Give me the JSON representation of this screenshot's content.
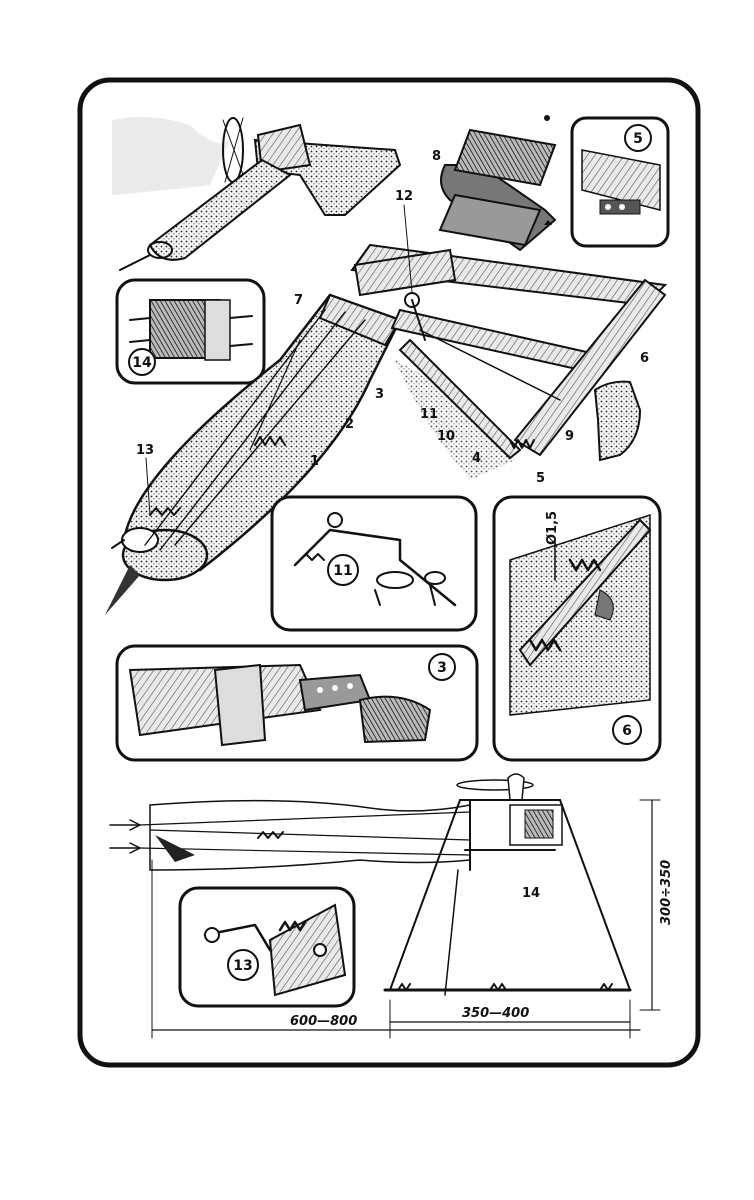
{
  "callouts": {
    "c1": "1",
    "c2": "2",
    "c3": "3",
    "c4": "4",
    "c5": "5",
    "c6": "6",
    "c7": "7",
    "c8": "8",
    "c9": "9",
    "c10": "10",
    "c11": "11",
    "c12": "12",
    "c13": "13"
  },
  "insets": {
    "i14": "14",
    "i5": "5",
    "i11": "11",
    "i6": "6",
    "i3": "3",
    "i13": "13"
  },
  "inset6_dim": "Ø1,5",
  "plan": {
    "label14": "14",
    "dim_length": "600—800",
    "dim_width": "350—400",
    "dim_height": "300÷350"
  }
}
